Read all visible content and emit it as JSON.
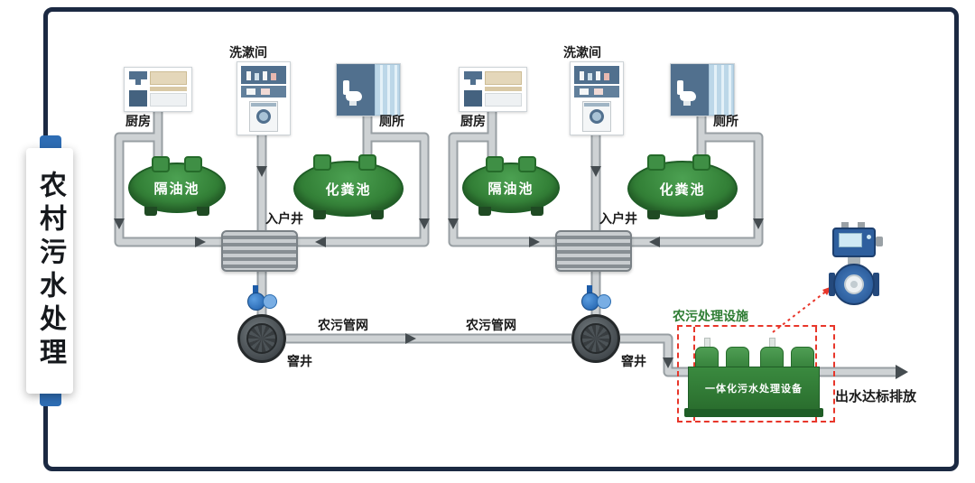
{
  "title": "农村污水处理",
  "groups": [
    {
      "kitchen": "厨房",
      "washroom": "洗漱间",
      "toilet": "厕所",
      "grease_tank": "隔油池",
      "septic_tank": "化粪池",
      "inlet_well": "入户井",
      "manhole": "窨井",
      "network": "农污管网"
    },
    {
      "kitchen": "厨房",
      "washroom": "洗漱间",
      "toilet": "厕所",
      "grease_tank": "隔油池",
      "septic_tank": "化粪池",
      "inlet_well": "入户井",
      "manhole": "窨井",
      "network": "农污管网"
    }
  ],
  "facility": {
    "label": "农污处理设施",
    "equipment": "一体化污水处理设备",
    "discharge": "出水达标排放"
  },
  "icons": {
    "kitchen": "kitchen-icon",
    "washroom": "washroom-icon",
    "toilet": "toilet-icon",
    "pump": "pump-icon",
    "manhole_cover": "manhole-cover-icon",
    "inlet_well_grate": "inlet-well-grate",
    "flow_meter": "flow-meter-icon"
  },
  "colors": {
    "frame": "#1b2942",
    "accent_blue": "#2e6db4",
    "tank_green": "#2e7d33",
    "facility_red": "#e8362a",
    "pipe_gray": "#ced2d4",
    "arrow_gray": "#454c50"
  }
}
